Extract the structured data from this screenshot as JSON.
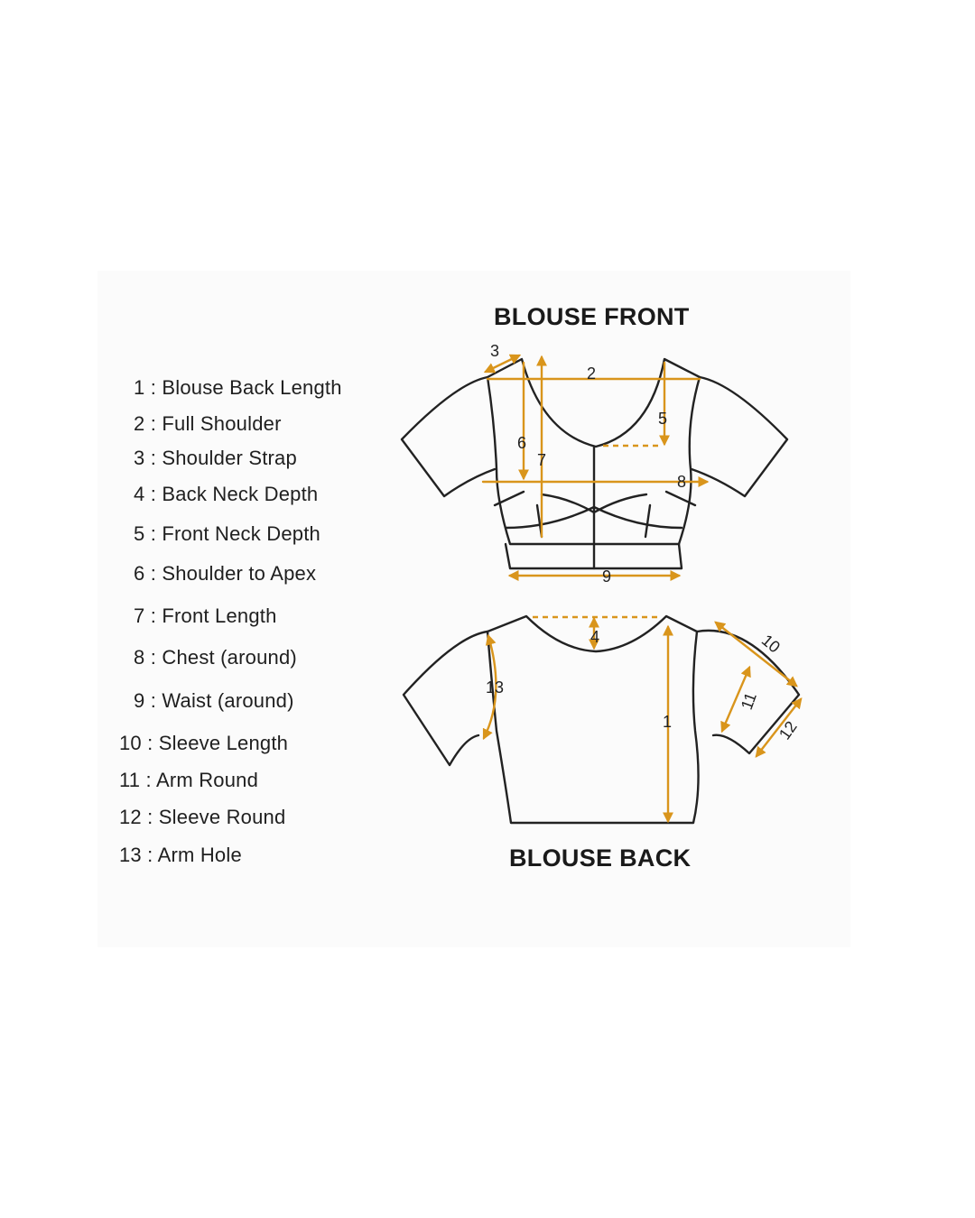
{
  "headings": {
    "front": "BLOUSE FRONT",
    "back": "BLOUSE BACK"
  },
  "legend": [
    "1 : Blouse Back Length",
    "2 : Full Shoulder",
    "3 : Shoulder Strap",
    "4 : Back Neck Depth",
    "5 : Front Neck Depth",
    "6 : Shoulder to Apex",
    "7 : Front Length",
    "8 : Chest (around)",
    "9 : Waist (around)",
    "10 : Sleeve Length",
    "11 : Arm Round",
    "12 : Sleeve Round",
    "13 : Arm Hole"
  ],
  "markers": {
    "m1": "1",
    "m2": "2",
    "m3": "3",
    "m4": "4",
    "m5": "5",
    "m6": "6",
    "m7": "7",
    "m8": "8",
    "m9": "9",
    "m10": "10",
    "m11": "11",
    "m12": "12",
    "m13": "13"
  },
  "colors": {
    "measure_line": "#d9951c",
    "outline": "#222222",
    "panel_background": "#fbfbfb"
  }
}
